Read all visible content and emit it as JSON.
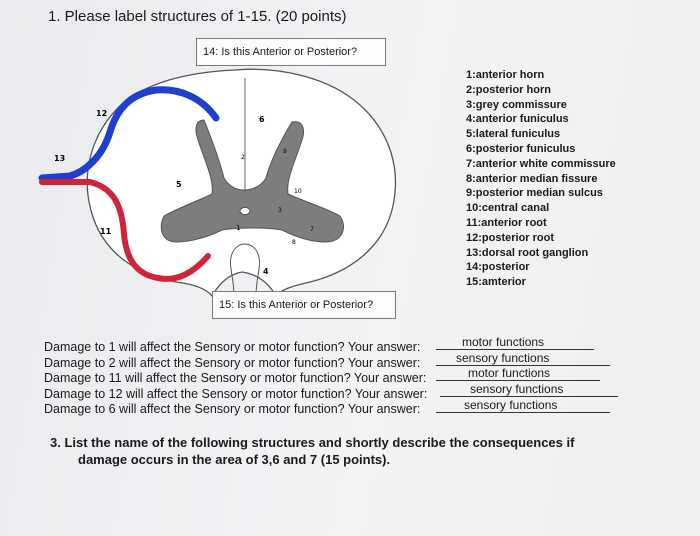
{
  "heading": "1.  Please label structures of 1-15. (20 points)",
  "q14_label": "14: Is this Anterior or Posterior?",
  "q15_label": "15: Is this Anterior or Posterior?",
  "diagram_numbers": {
    "n1": "1",
    "n2": "2",
    "n3": "3",
    "n4": "4",
    "n5": "5",
    "n6": "6",
    "n7": "7",
    "n8": "8",
    "n9": "9",
    "n10": "10",
    "n11": "11",
    "n12": "12",
    "n13": "13"
  },
  "legend": [
    "1:anterior horn",
    "2:posterior horn",
    "3:grey commissure",
    "4:anterior funiculus",
    "5:lateral funiculus",
    "6:posterior funiculus",
    "7:anterior white commissure",
    "8:anterior median fissure",
    "9:posterior median sulcus",
    "10:central canal",
    "11:anterior root",
    "12:posterior root",
    "13:dorsal root ganglion",
    "14:posterior",
    "15:amterior"
  ],
  "questions": [
    "Damage to 1 will affect the Sensory or motor function? Your answer:",
    "Damage to 2 will affect the Sensory or motor function? Your answer:",
    "Damage to 11 will affect the Sensory or motor function? Your answer:",
    "Damage to 12 will affect the Sensory or motor function? Your answer:",
    "Damage to 6 will affect the Sensory or motor function? Your answer:"
  ],
  "answers": [
    "motor functions",
    "sensory functions",
    "motor functions",
    "sensory functions",
    "sensory functions"
  ],
  "section3_line1": "3.  List the name of the following structures and shortly describe the consequences if",
  "section3_line2": "damage occurs in the area of 3,6 and 7 (15 points).",
  "colors": {
    "posterior_root": "#1f3fd1",
    "anterior_root": "#d0243a",
    "grey_matter": "#7a7a7a"
  }
}
